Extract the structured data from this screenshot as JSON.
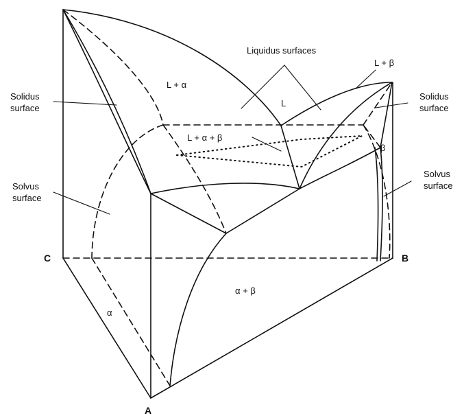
{
  "labels": {
    "liquidus_surfaces": "Liquidus surfaces",
    "l_plus_beta": "L + β",
    "l_plus_alpha": "L + α",
    "l": "L",
    "solidus_left_1": "Solidus",
    "solidus_left_2": "surface",
    "solidus_right_1": "Solidus",
    "solidus_right_2": "surface",
    "l_alpha_beta": "L + α + β",
    "beta": "β",
    "solvus_left_1": "Solvus",
    "solvus_left_2": "surface",
    "solvus_right_1": "Solvus",
    "solvus_right_2": "surface",
    "alpha_beta": "α + β",
    "alpha": "α",
    "corner_a": "A",
    "corner_b": "B",
    "corner_c": "C"
  }
}
